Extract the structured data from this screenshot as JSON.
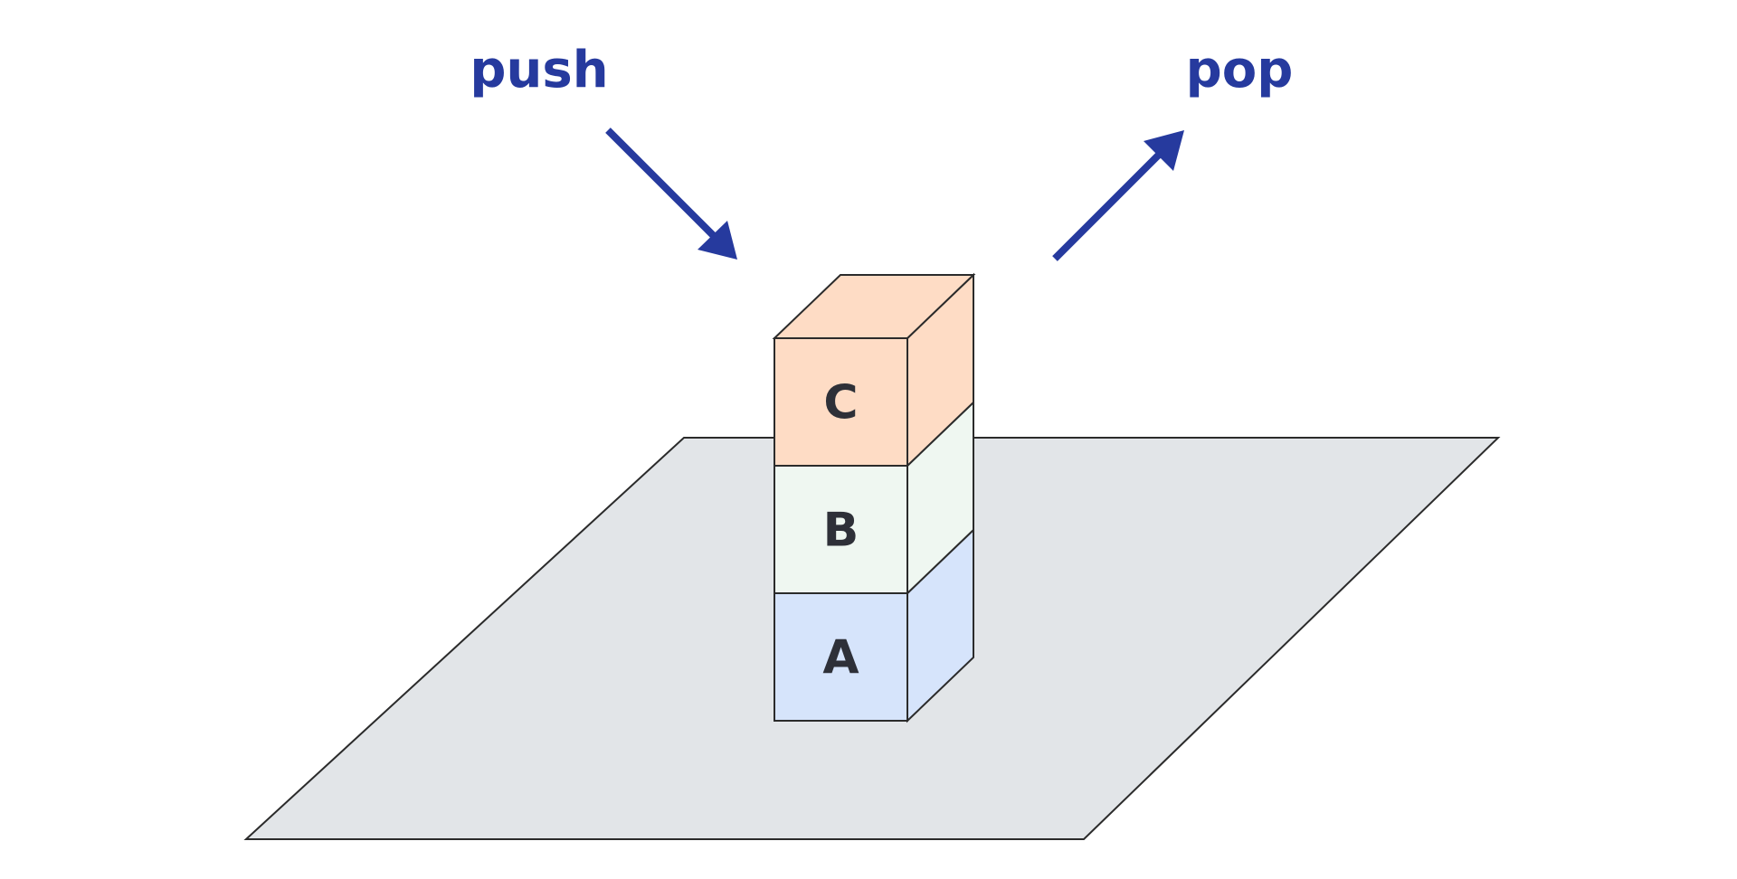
{
  "labels": {
    "push": "push",
    "pop": "pop"
  },
  "stack": [
    {
      "letter": "A",
      "color_front": "#d6e4fb",
      "color_side": "#d6e4fb"
    },
    {
      "letter": "B",
      "color_front": "#eff7f1",
      "color_side": "#eff7f1"
    },
    {
      "letter": "C",
      "color_front": "#fedcc5",
      "color_side": "#fedcc5"
    }
  ],
  "colors": {
    "arrow": "#263a9e",
    "floor": "#e2e5e8",
    "edge": "#2b2b2b",
    "letter": "#2e3038"
  }
}
